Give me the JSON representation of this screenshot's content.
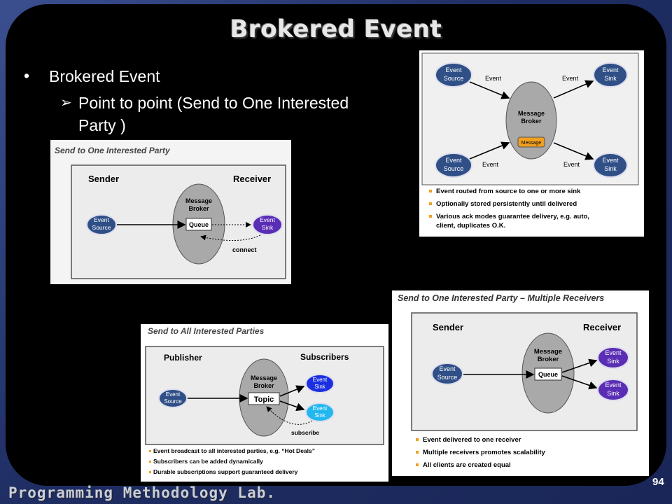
{
  "slide": {
    "title": "Brokered Event",
    "bullet_main": "Brokered Event",
    "bullet_sub_line1": "Point to point (Send to One Interested",
    "bullet_sub_line2": "Party )",
    "footer_lab": "Programming Methodology Lab.",
    "page_number": "94"
  },
  "diagram_overview": {
    "src_top": [
      "Event",
      "Source"
    ],
    "src_bottom": [
      "Event",
      "Source"
    ],
    "sink_top": [
      "Event",
      "Sink"
    ],
    "sink_bottom": [
      "Event",
      "Sink"
    ],
    "broker": [
      "Message",
      "Broker"
    ],
    "message": "Message",
    "edge_label": "Event",
    "notes": [
      "Event routed from source to one or more sink",
      "Optionally stored persistently until delivered",
      "Various ack modes guarantee delivery, e.g. auto,",
      "client, duplicates O.K."
    ]
  },
  "diagram_p2p": {
    "heading": "Send to One Interested Party",
    "sender": "Sender",
    "receiver": "Receiver",
    "broker": [
      "Message",
      "Broker"
    ],
    "queue": "Queue",
    "source": [
      "Event",
      "Source"
    ],
    "sink": [
      "Event",
      "Sink"
    ],
    "connect": "connect"
  },
  "diagram_pubsub": {
    "heading": "Send to All Interested Parties",
    "publisher": "Publisher",
    "subscribers": "Subscribers",
    "broker": [
      "Message",
      "Broker"
    ],
    "topic": "Topic",
    "source": [
      "Event",
      "Source"
    ],
    "sink1": [
      "Event",
      "Sink"
    ],
    "sink2": [
      "Event",
      "Sink"
    ],
    "subscribe": "subscribe",
    "notes": [
      "Event broadcast to all interested parties, e.g. “Hot Deals”",
      "Subscribers can be added dynamically",
      "Durable subscriptions support guaranteed delivery"
    ]
  },
  "diagram_multi": {
    "heading": "Send to One Interested Party – Multiple Receivers",
    "sender": "Sender",
    "receiver": "Receiver",
    "broker": [
      "Message",
      "Broker"
    ],
    "queue": "Queue",
    "source": [
      "Event",
      "Source"
    ],
    "sink1": [
      "Event",
      "Sink"
    ],
    "sink2": [
      "Event",
      "Sink"
    ],
    "notes": [
      "Event delivered to one receiver",
      "Multiple receivers promotes scalability",
      "All clients are created equal"
    ]
  },
  "colors": {
    "node_blue": "#2f4f86",
    "node_purple": "#5a2db5",
    "node_bright_blue": "#1b2fe0",
    "node_cyan": "#23b7f0",
    "broker_gray": "#a9a9a9",
    "bullet_orange": "#f0a020"
  }
}
